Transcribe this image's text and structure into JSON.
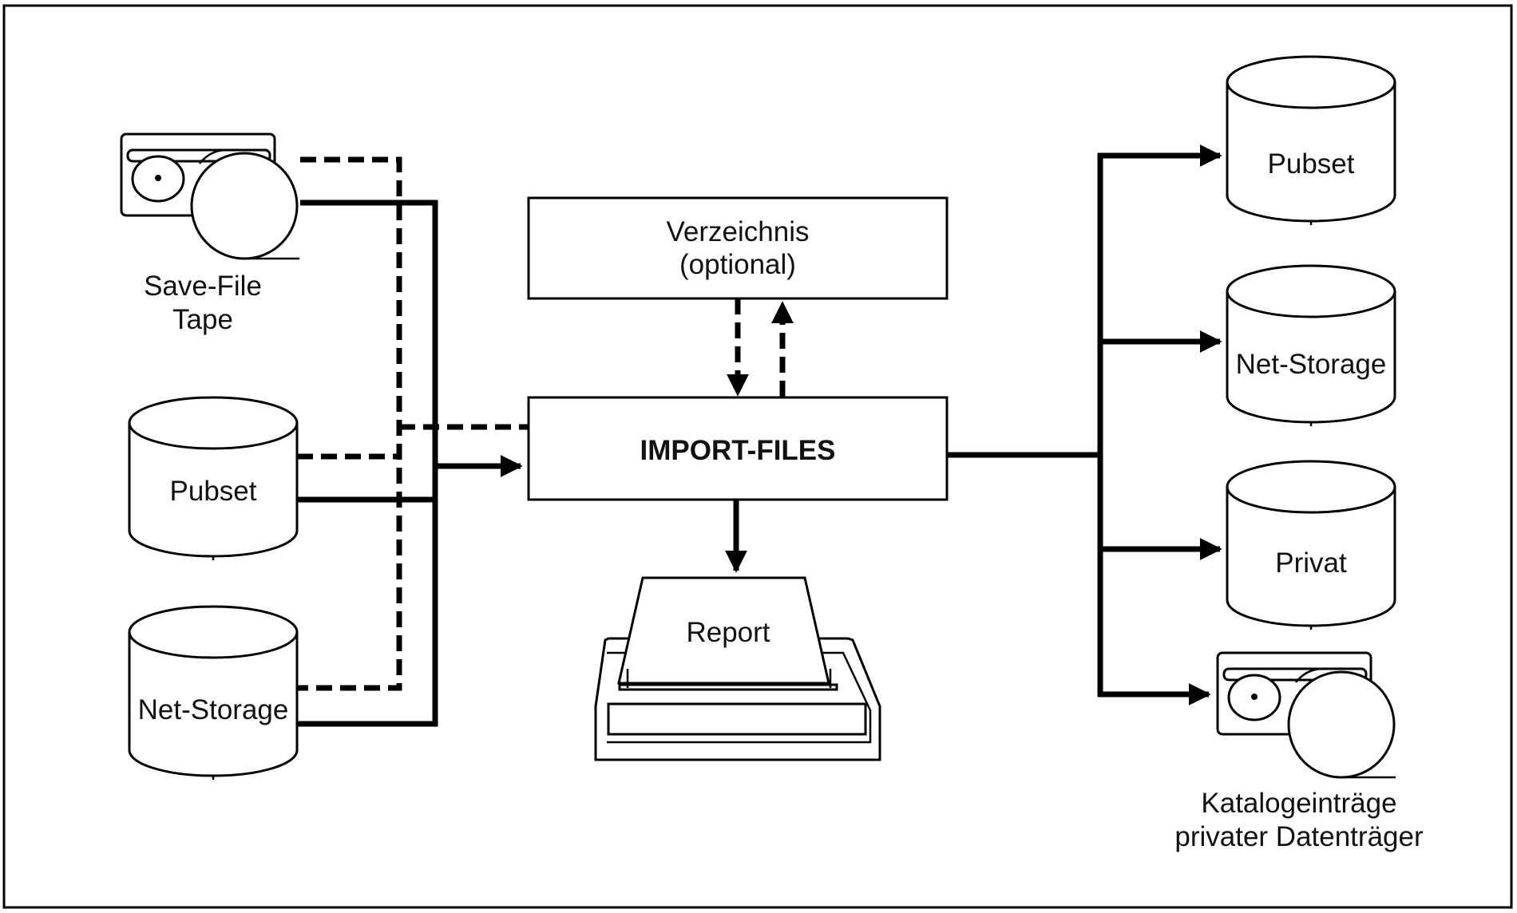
{
  "labels": {
    "save_file_tape_1": "Save-File",
    "save_file_tape_2": "Tape",
    "pubset_in": "Pubset",
    "net_storage_in": "Net-Storage",
    "verzeichnis_1": "Verzeichnis",
    "verzeichnis_2": "(optional)",
    "import_files": "IMPORT-FILES",
    "report": "Report",
    "pubset_out": "Pubset",
    "net_storage_out": "Net-Storage",
    "privat_out": "Privat",
    "katalog_1": "Katalogeinträge",
    "katalog_2": "privater Datenträger"
  },
  "icons": {
    "tape_in": "tape-drive-icon",
    "tape_out": "tape-drive-icon",
    "printer": "printer-icon",
    "disk": "disk-cylinder-icon"
  }
}
